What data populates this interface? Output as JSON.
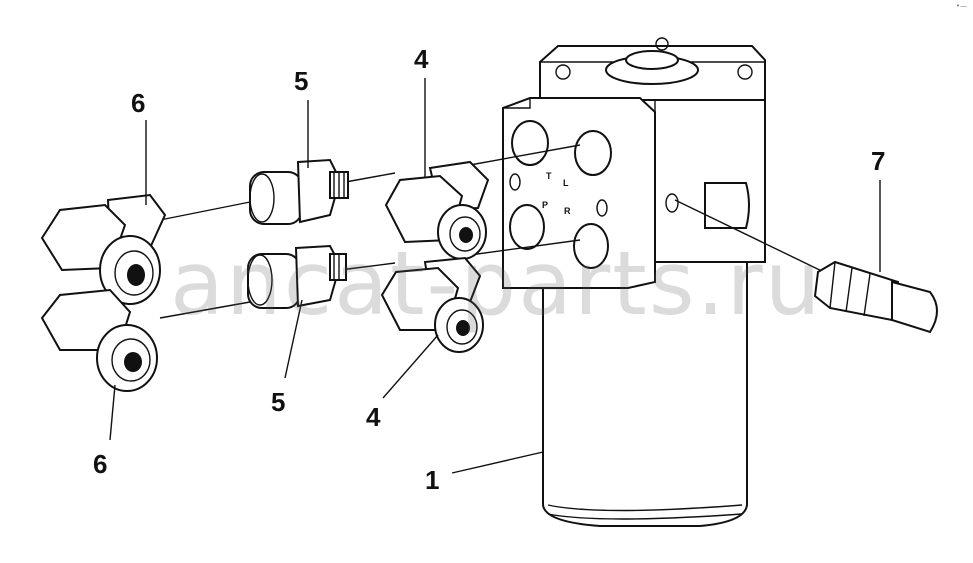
{
  "callouts": [
    {
      "id": "c6-top",
      "text": "6"
    },
    {
      "id": "c5-top",
      "text": "5"
    },
    {
      "id": "c4-top",
      "text": "4"
    },
    {
      "id": "c7",
      "text": "7"
    },
    {
      "id": "c6-bottom",
      "text": "6"
    },
    {
      "id": "c5-bottom",
      "text": "5"
    },
    {
      "id": "c4-bottom",
      "text": "4"
    },
    {
      "id": "c1",
      "text": "1"
    }
  ],
  "ports": {
    "t": "T",
    "l": "L",
    "p": "P",
    "r": "R"
  },
  "watermark": "ancat-parts.ru",
  "corner_mark": "•—"
}
